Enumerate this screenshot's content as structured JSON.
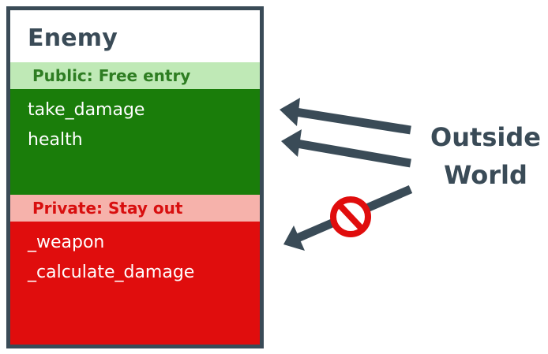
{
  "class": {
    "title": "Enemy",
    "public_header": "Public: Free entry",
    "public_members": [
      "take_damage",
      "health"
    ],
    "private_header": "Private: Stay out",
    "private_members": [
      "_weapon",
      "_calculate_damage"
    ]
  },
  "outside": {
    "line1": "Outside",
    "line2": "World"
  },
  "colors": {
    "border": "#3a4b57",
    "public_header_bg": "#bfe9b6",
    "public_body_bg": "#1a7d0a",
    "private_header_bg": "#f6b2ab",
    "private_body_bg": "#e00d0d",
    "blocked_sign": "#e00d0d"
  }
}
